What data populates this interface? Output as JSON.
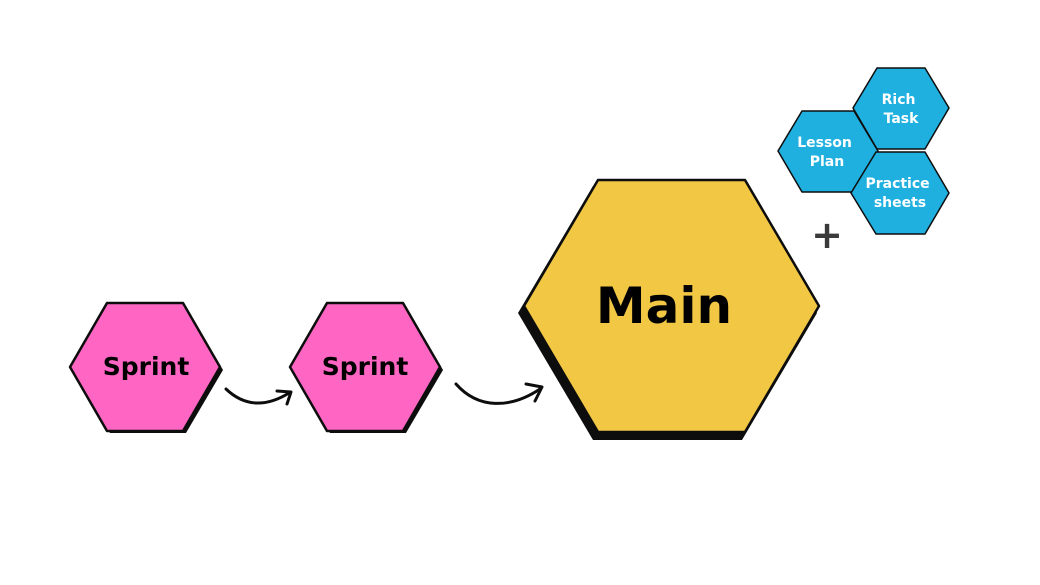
{
  "diagram": {
    "colors": {
      "sprint": "#ff66c4",
      "main": "#f2c744",
      "resource": "#1fb0e0",
      "outline": "#0d0d0d",
      "shadow": "#0d0d0d",
      "arrow": "#0d0d0d",
      "plus": "#3a3a3a"
    },
    "nodes": {
      "sprint_1": "Sprint",
      "sprint_2": "Sprint",
      "main": "Main"
    },
    "resources": {
      "lesson_plan": [
        "Lesson",
        "Plan"
      ],
      "rich_task": [
        "Rich",
        "Task"
      ],
      "practice_sheets": [
        "Practice",
        "sheets"
      ]
    },
    "plus_symbol": "+"
  }
}
